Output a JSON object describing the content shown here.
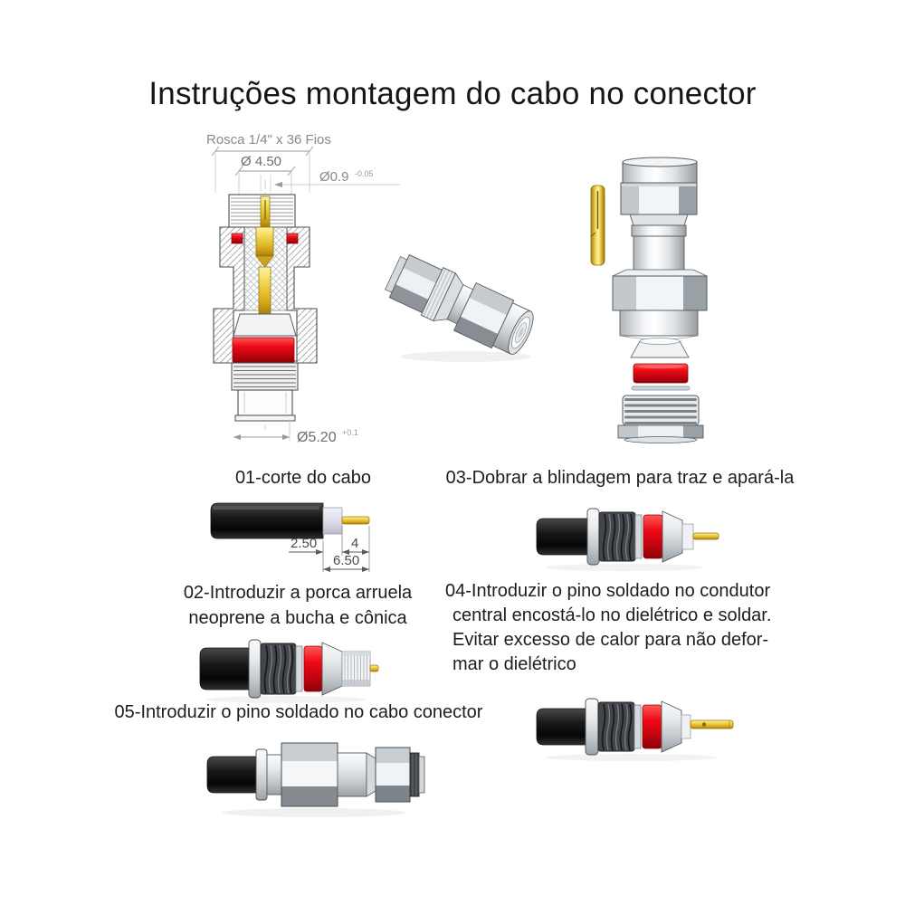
{
  "title": "Instruções montagem do cabo no conector",
  "drawing": {
    "thread_label": "Rosca 1/4\" x 36 Fios",
    "dim_thread_inner": "Ø 4.50",
    "dim_pin": "Ø0.9",
    "dim_pin_tol": "-0.05",
    "dim_body": "Ø5.20",
    "dim_body_tol": "+0.1"
  },
  "cable_dims": {
    "dielectric": "2.50",
    "conductor": "4",
    "total": "6.50"
  },
  "steps": [
    {
      "lines": [
        "01-corte do cabo"
      ]
    },
    {
      "lines": [
        "02-Introduzir a porca arruela",
        "neoprene a bucha e cônica"
      ]
    },
    {
      "lines": [
        "03-Dobrar a blindagem para traz e apará-la"
      ]
    },
    {
      "lines": [
        "04-Introduzir o pino soldado no condutor",
        "central encostá-lo no dielétrico e soldar.",
        "Evitar excesso de calor para não defor-",
        "mar o dielétrico"
      ]
    },
    {
      "lines": [
        "05-Introduzir o pino soldado no cabo conector"
      ]
    }
  ],
  "colors": {
    "accent_red": "#e40613",
    "gold": "#e3bb2e",
    "metal": "#d8dcdf",
    "cable_black": "#141414"
  }
}
